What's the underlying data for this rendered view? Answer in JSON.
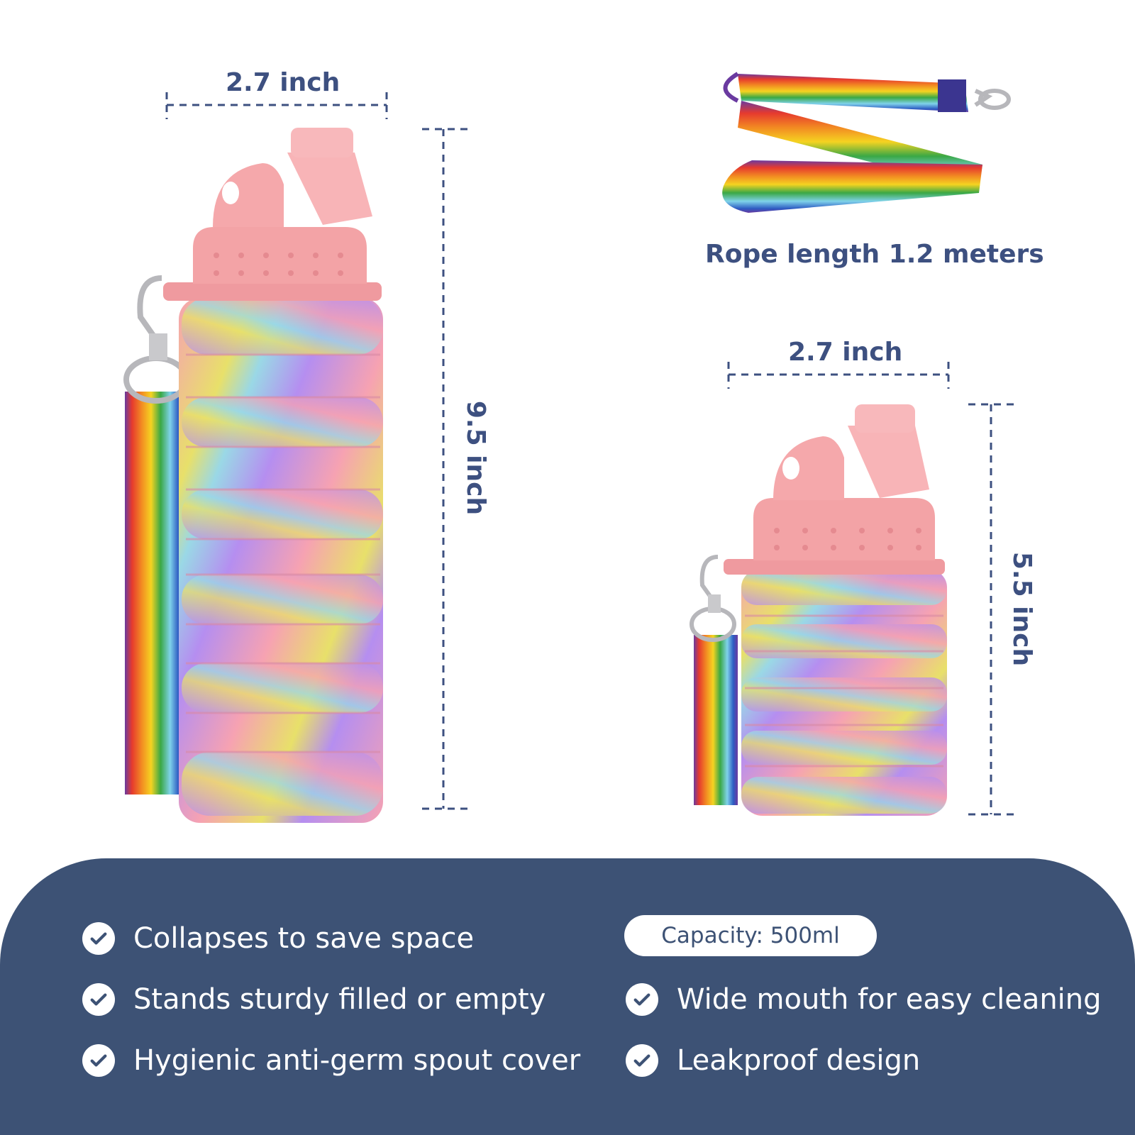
{
  "dimensions": {
    "large_width": "2.7 inch",
    "large_height": "9.5 inch",
    "small_width": "2.7 inch",
    "small_height": "5.5 inch"
  },
  "lanyard": {
    "caption": "Rope length 1.2 meters"
  },
  "capacity": {
    "label": "Capacity: 500ml"
  },
  "features": {
    "left": [
      "Collapses to save space",
      "Stands sturdy filled or empty",
      "Hygienic anti-germ spout cover"
    ],
    "right": [
      "Wide mouth for easy cleaning",
      "Leakproof design"
    ]
  },
  "colors": {
    "navy_panel": "#3d5275",
    "dimension_text": "#3d5080",
    "cap_pink": "#f3a3a6",
    "silicone_pink": "#f6a2b2",
    "silicone_purple": "#b58ef0",
    "silicone_yellow": "#e8e06a",
    "silicone_cyan": "#9ad8e6"
  },
  "icons": [
    "check-circle-icon",
    "carabiner-clip-icon"
  ]
}
